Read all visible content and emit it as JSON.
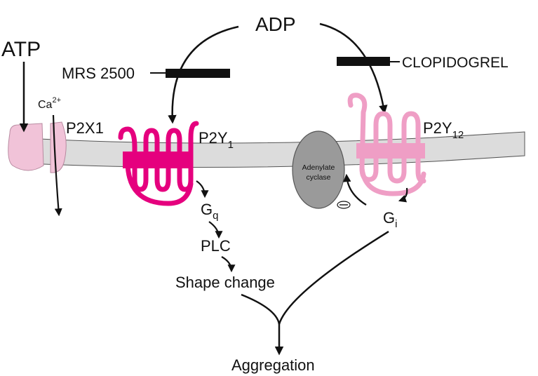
{
  "labels": {
    "atp": "ATP",
    "adp": "ADP",
    "mrs2500": "MRS 2500",
    "clopidogrel": "CLOPIDOGREL",
    "ca": "Ca",
    "ca_sup": "2+",
    "p2x1": "P2X1",
    "p2y1": "P2Y",
    "p2y1_sub": "1",
    "p2y12": "P2Y",
    "p2y12_sub": "12",
    "adenylate_line1": "Adenylate",
    "adenylate_line2": "cyclase",
    "gq": "G",
    "gq_sub": "q",
    "plc": "PLC",
    "shape_change": "Shape change",
    "gi": "G",
    "gi_sub": "i",
    "aggregation": "Aggregation"
  },
  "colors": {
    "p2y1_receptor": "#e5007e",
    "p2y12_receptor": "#ef9ec5",
    "p2x1_channel": "#f1c3d8",
    "membrane": "#dcdcdc",
    "adenylate_cyclase": "#9a9a9a",
    "inhibitor_bar": "#111111"
  }
}
